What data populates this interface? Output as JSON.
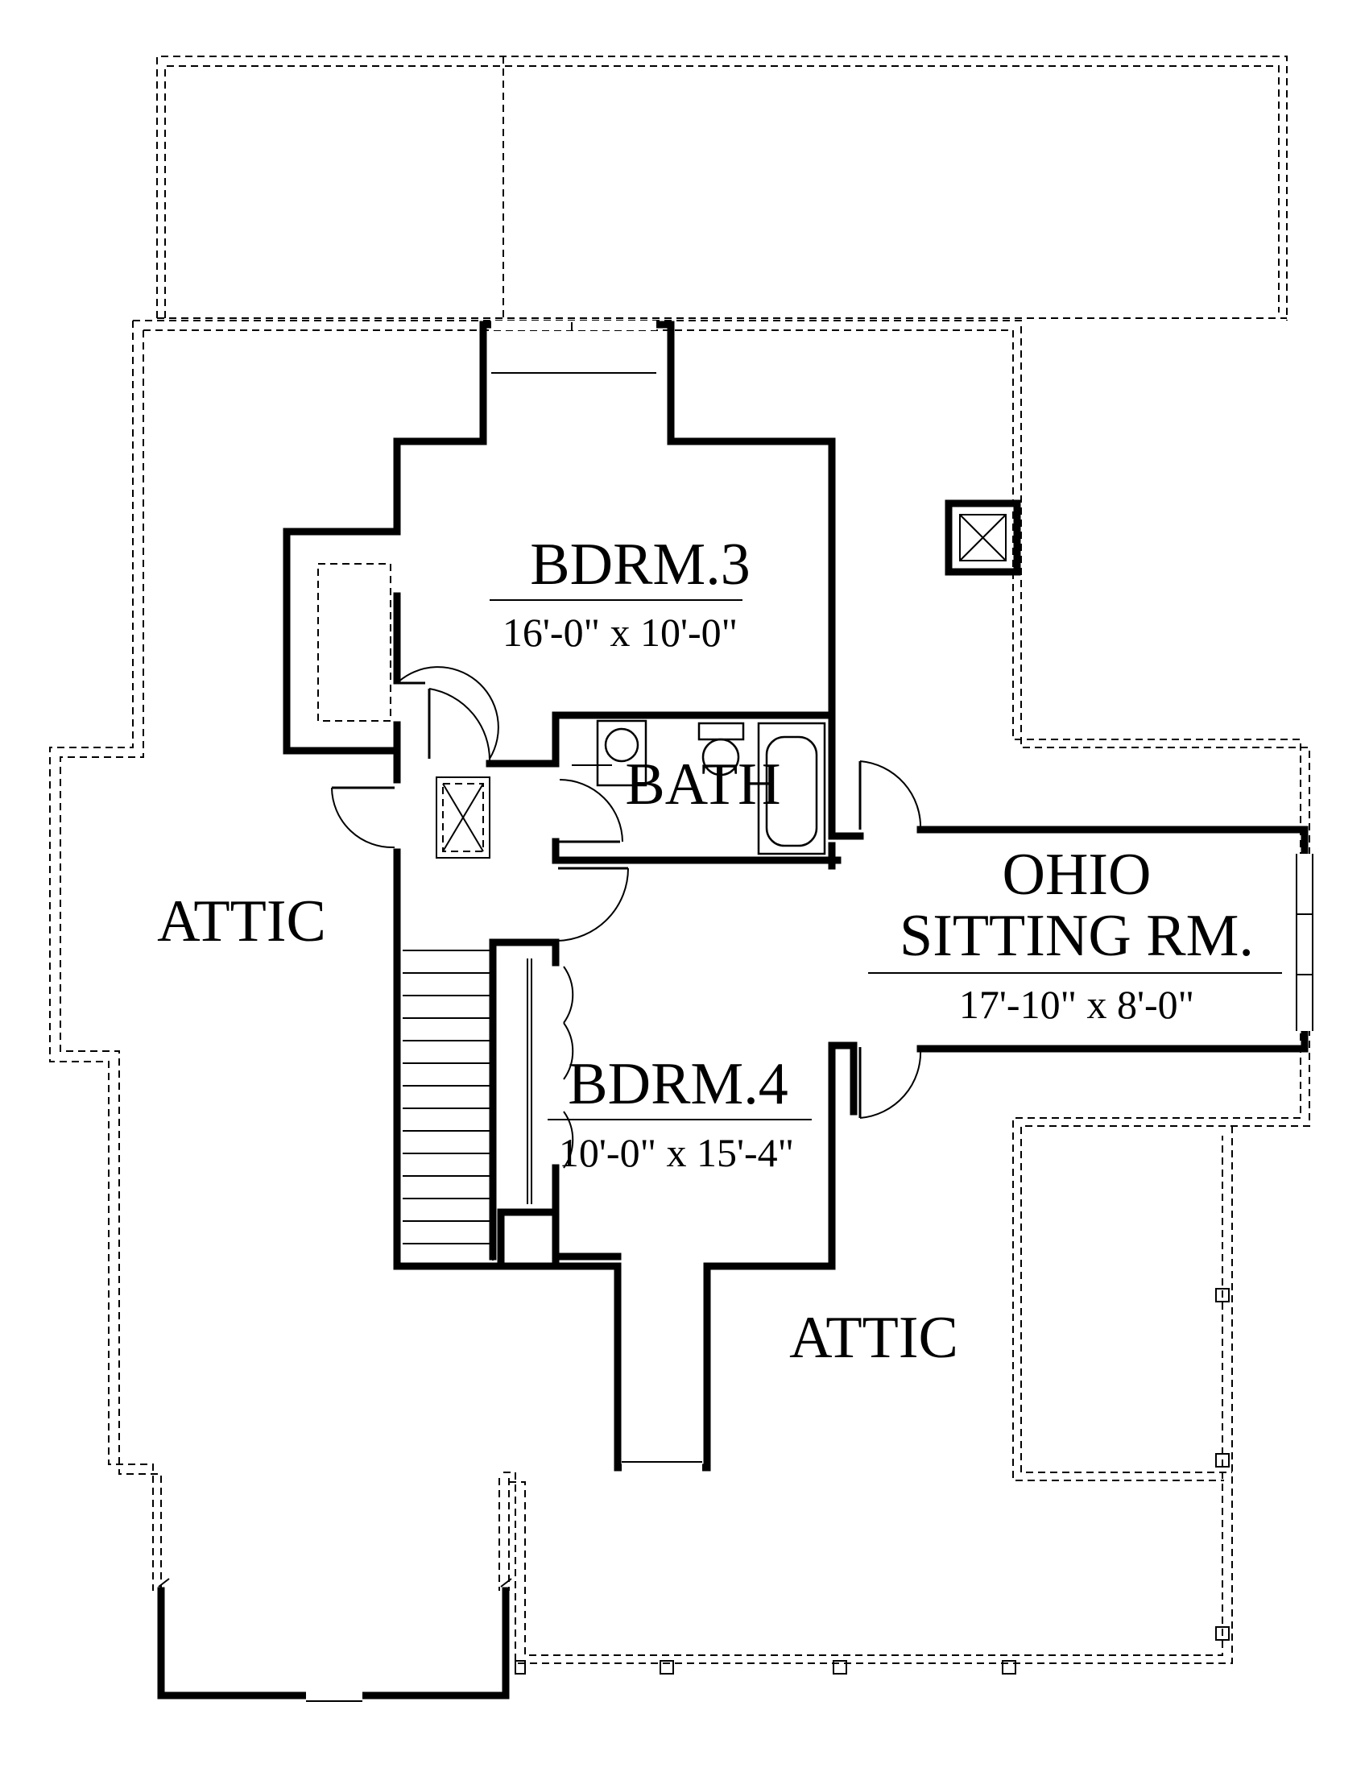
{
  "rooms": {
    "bdrm3": {
      "name": "BDRM.3",
      "dims": "16'-0\" x 10'-0\""
    },
    "bath": {
      "name": "BATH"
    },
    "ohio": {
      "name_line1": "OHIO",
      "name_line2": "SITTING RM.",
      "dims": "17'-10\" x 8'-0\""
    },
    "bdrm4": {
      "name": "BDRM.4",
      "dims": "10'-0\" x 15'-4\""
    },
    "attic_left": {
      "name": "ATTIC"
    },
    "attic_right": {
      "name": "ATTIC"
    }
  },
  "colors": {
    "line": "#000000",
    "background": "#ffffff"
  }
}
